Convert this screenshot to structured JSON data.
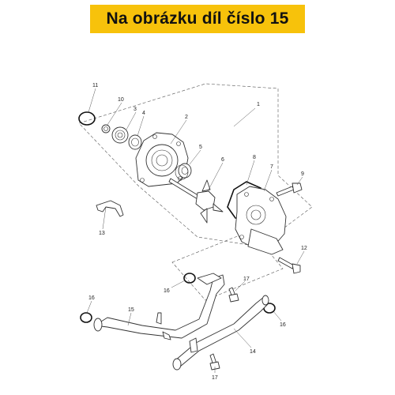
{
  "header": {
    "title": "Na obrázku díl číslo 15"
  },
  "diagram": {
    "callouts": [
      "1",
      "2",
      "3",
      "4",
      "5",
      "6",
      "7",
      "8",
      "9",
      "10",
      "11",
      "12",
      "13",
      "14",
      "15",
      "16",
      "16",
      "16",
      "17",
      "17"
    ]
  },
  "colors": {
    "banner": "#f7c20b",
    "line": "#333333",
    "background": "#ffffff"
  }
}
